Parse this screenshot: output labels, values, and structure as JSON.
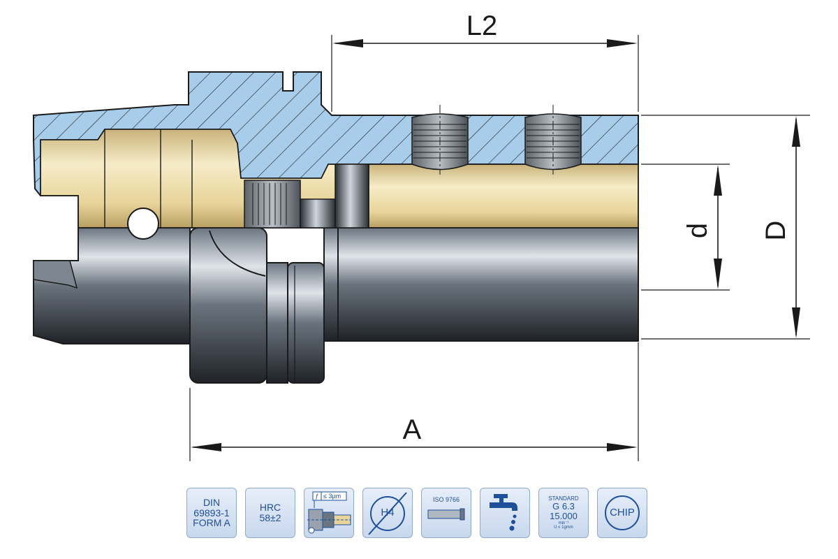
{
  "dimensions": {
    "L2": "L2",
    "A": "A",
    "d": "d",
    "D": "D"
  },
  "colors": {
    "section_hatch": "#a8cdea",
    "bore": "#eddca5",
    "steel_dark": "#3a3f45",
    "badge_text": "#1e4f9a"
  },
  "badges": [
    {
      "lines": [
        "DIN",
        "69893-1",
        "FORM A"
      ]
    },
    {
      "lines": [
        "HRC",
        "58±2"
      ]
    },
    {
      "label": "≤ 3µm",
      "icon": "runout-icon"
    },
    {
      "label": "H4",
      "icon": "h4-tolerance-icon"
    },
    {
      "label": "ISO 9766",
      "icon": "shank-icon"
    },
    {
      "icon": "coolant-icon"
    },
    {
      "top": "STANDARD",
      "l1": "G 6.3",
      "l2": "15.000",
      "unit": "min⁻¹",
      "bottom": "U ≤ 1gmm"
    },
    {
      "label": "CHIP",
      "icon": "chip-icon"
    }
  ]
}
